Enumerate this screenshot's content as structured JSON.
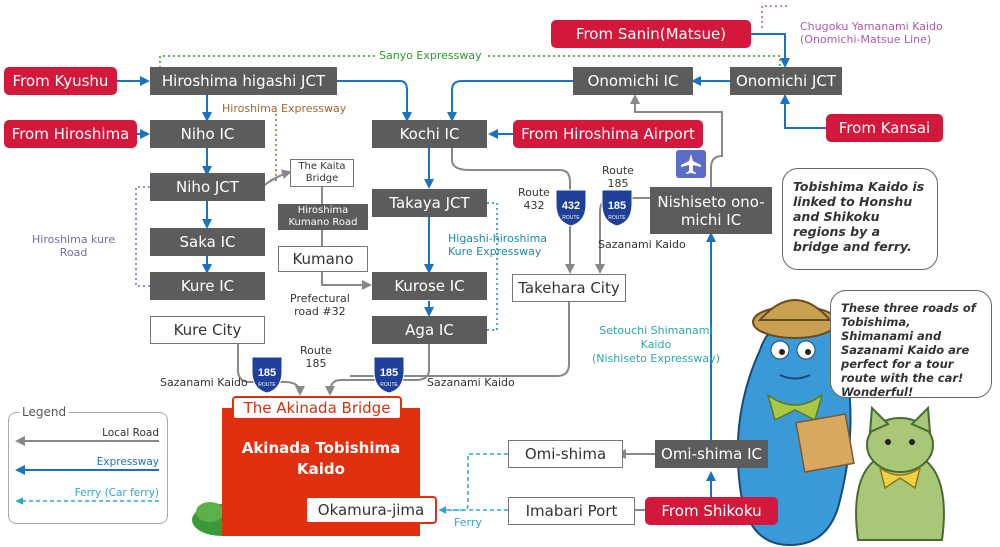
{
  "roads": {
    "sanyo": "Sanyo Expressway",
    "hiroshima_expressway": "Hiroshima Expressway",
    "chugoku_yamanami": "Chugoku Yamanami Kaido\n(Onomichi-Matsue Line)",
    "hiroshima_kure_road": "Hiroshima kure\nRoad",
    "higashi_hiroshima_kure": "Higashi-hiroshima\nKure Expressway",
    "setouchi_shimanami": "Setouchi Shimanami\nKaido\n(Nishiseto Expressway)",
    "sazanami_1": "Sazanami Kaido",
    "sazanami_2": "Sazanami Kaido",
    "sazanami_3": "Sazanami Kaido",
    "route_185_a": "Route\n185",
    "route_185_b": "Route\n185",
    "route_432": "Route\n432",
    "prefectural": "Prefectural\nroad #32",
    "ferry": "Ferry"
  },
  "shields": {
    "r185": "185",
    "r432": "432",
    "word": "ROUTE"
  },
  "nodes": {
    "from_kyushu": "From Kyushu",
    "from_hiroshima": "From Hiroshima",
    "from_sanin": "From Sanin(Matsue)",
    "from_kansai": "From Kansai",
    "from_airport": "From Hiroshima Airport",
    "from_shikoku": "From Shikoku",
    "hiroshima_higashi_jct": "Hiroshima higashi JCT",
    "onomichi_ic": "Onomichi IC",
    "onomichi_jct": "Onomichi JCT",
    "niho_ic": "Niho IC",
    "niho_jct": "Niho JCT",
    "saka_ic": "Saka IC",
    "kure_ic": "Kure IC",
    "kure_city": "Kure City",
    "kochi_ic": "Kochi IC",
    "takaya_jct": "Takaya JCT",
    "kurose_ic": "Kurose IC",
    "aga_ic": "Aga IC",
    "kaita_bridge": "The Kaita\nBridge",
    "kumano_road": "Hiroshima\nKumano Road",
    "kumano": "Kumano",
    "takehara_city": "Takehara City",
    "nishiseto": "Nishiseto ono-\nmichi IC",
    "omishima_ic": "Omi-shima IC",
    "omishima": "Omi-shima",
    "imabari_port": "Imabari Port",
    "okamura": "Okamura-jima",
    "akinada_bridge": "The Akinada Bridge",
    "akinada_kaido": "Akinada Tobishima\nKaido"
  },
  "bubbles": {
    "b1": "Tobishima Kaido is linked to Honshu and Shikoku regions by a bridge and ferry.",
    "b2": "These three roads of Tobishima, Shimanami and Sazanami Kaido are perfect for a tour route with the car! Wonderful!"
  },
  "legend": {
    "title": "Legend",
    "local": "Local Road",
    "express": "Expressway",
    "ferry": "Ferry (Car ferry)"
  },
  "colors": {
    "expressway": "#1a73c0",
    "local": "#888888",
    "ferry": "#2ba7d6",
    "red": "#d4183c",
    "gray": "#5c5c5c"
  }
}
